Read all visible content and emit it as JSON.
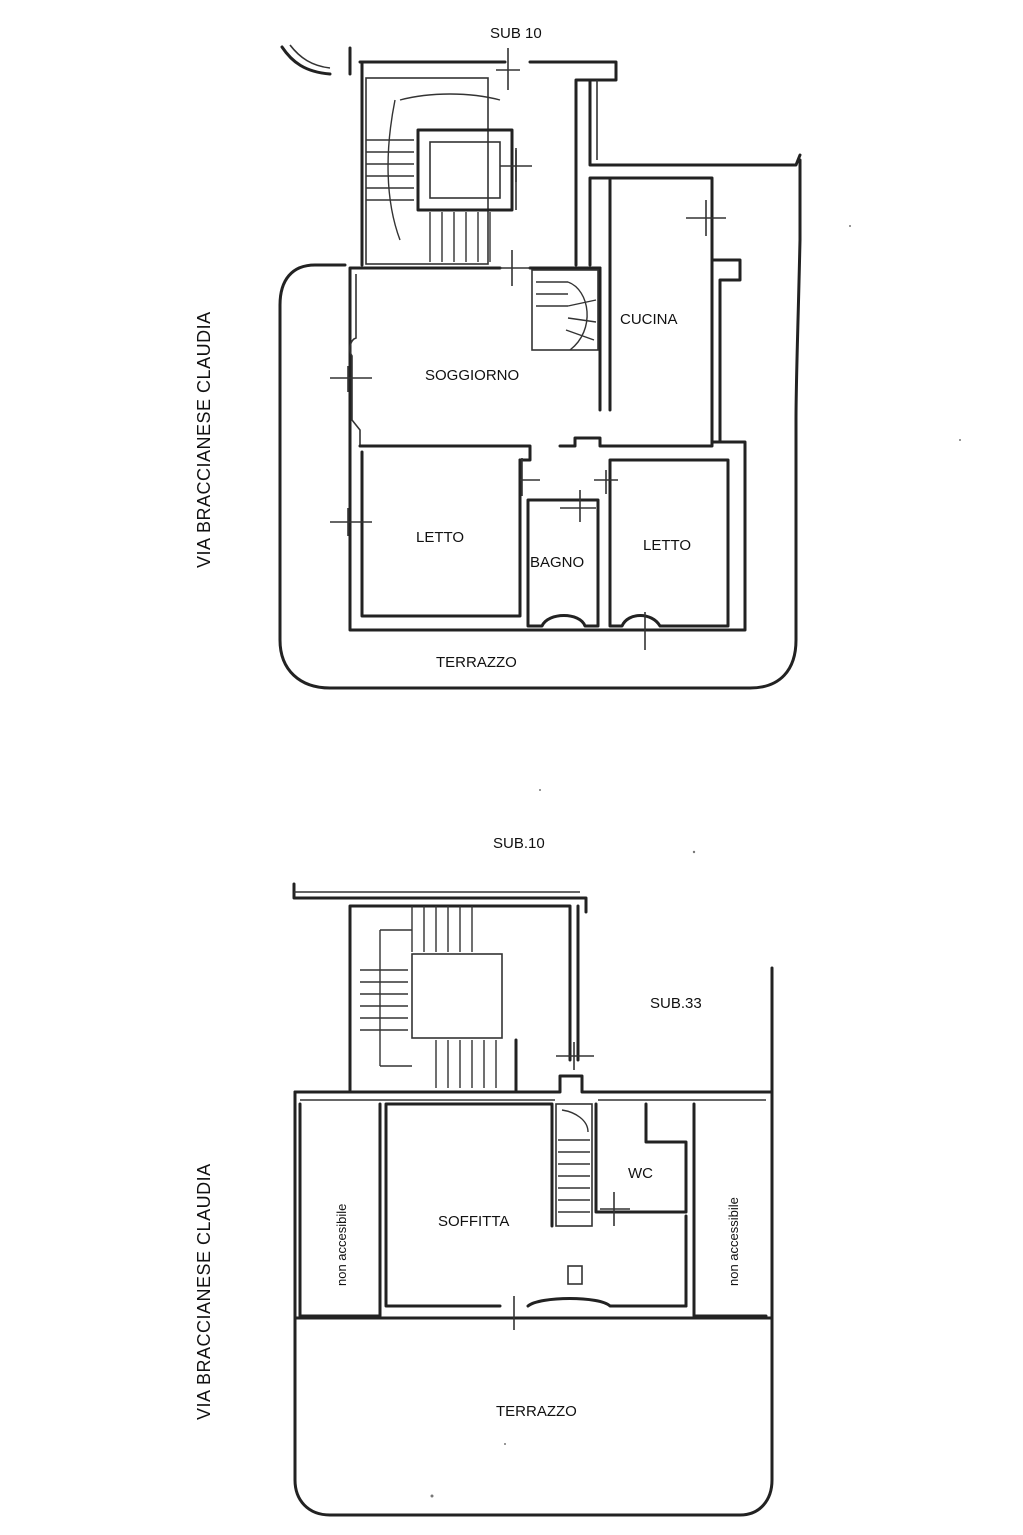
{
  "floor_upper": {
    "top_label": "SUB 10",
    "street": "VIA BRACCIANESE CLAUDIA",
    "rooms": {
      "soggiorno": "SOGGIORNO",
      "cucina": "CUCINA",
      "letto_left": "LETTO",
      "bagno": "BAGNO",
      "letto_right": "LETTO",
      "terrazzo": "TERRAZZO"
    }
  },
  "floor_lower": {
    "top_label": "SUB.10",
    "neighbor_label": "SUB.33",
    "street": "VIA BRACCIANESE CLAUDIA",
    "rooms": {
      "soffitta": "SOFFITTA",
      "wc": "WC",
      "non_accessibile_left": "non accesibile",
      "non_accessibile_right": "non accessibile",
      "terrazzo": "TERRAZZO"
    }
  }
}
